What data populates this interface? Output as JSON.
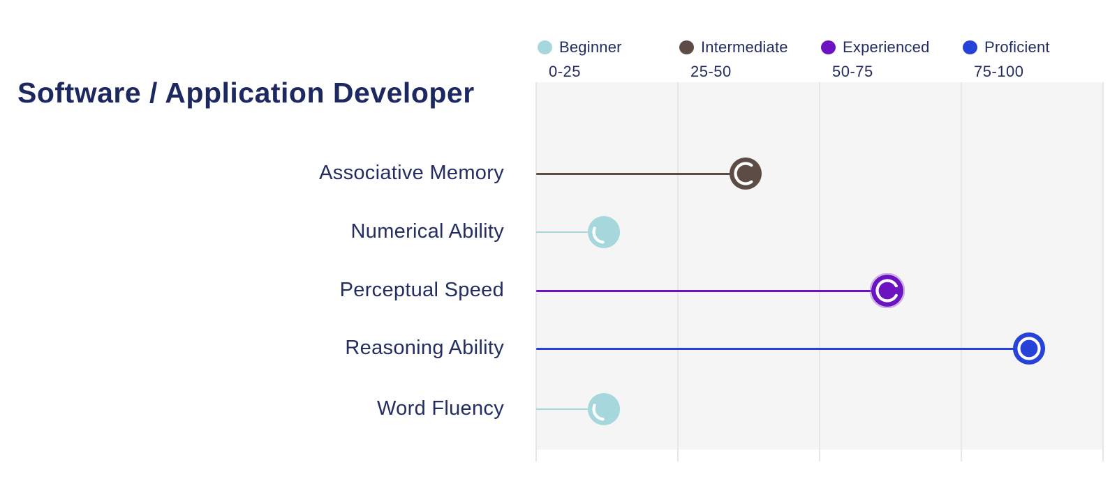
{
  "title": "Software / Application Developer",
  "colors": {
    "background": "#ffffff",
    "text_navy": "#232d62",
    "title_navy": "#1d2861",
    "column_bg": "#f5f5f6",
    "gridline": "#e6e6ec"
  },
  "chart_data": {
    "type": "lollipop",
    "orientation": "horizontal",
    "title": "Software / Application Developer",
    "xlabel": "",
    "ylabel": "",
    "x_range": [
      0,
      100
    ],
    "grid": true,
    "legend_position": "top",
    "levels": [
      {
        "name": "Beginner",
        "range": "0-25",
        "min": 0,
        "max": 25,
        "color": "#a5d7dd",
        "halo": null,
        "ring": {
          "start_deg": 95,
          "sweep_deg": 108
        }
      },
      {
        "name": "Intermediate",
        "range": "25-50",
        "min": 25,
        "max": 50,
        "color": "#5d4c45",
        "halo": null,
        "ring": {
          "start_deg": 55,
          "sweep_deg": 250
        }
      },
      {
        "name": "Experienced",
        "range": "50-75",
        "min": 50,
        "max": 75,
        "color": "#6d12c0",
        "halo": "#a96fe0",
        "ring": {
          "start_deg": 28,
          "sweep_deg": 304
        }
      },
      {
        "name": "Proficient",
        "range": "75-100",
        "min": 75,
        "max": 100,
        "color": "#2742d8",
        "halo": null,
        "ring": {
          "start_deg": 0,
          "sweep_deg": 360
        }
      }
    ],
    "rows": [
      {
        "label": "Associative Memory",
        "value": 37,
        "level": "Intermediate"
      },
      {
        "label": "Numerical Ability",
        "value": 12,
        "level": "Beginner"
      },
      {
        "label": "Perceptual Speed",
        "value": 62,
        "level": "Experienced"
      },
      {
        "label": "Reasoning Ability",
        "value": 87,
        "level": "Proficient"
      },
      {
        "label": "Word Fluency",
        "value": 12,
        "level": "Beginner"
      }
    ]
  }
}
